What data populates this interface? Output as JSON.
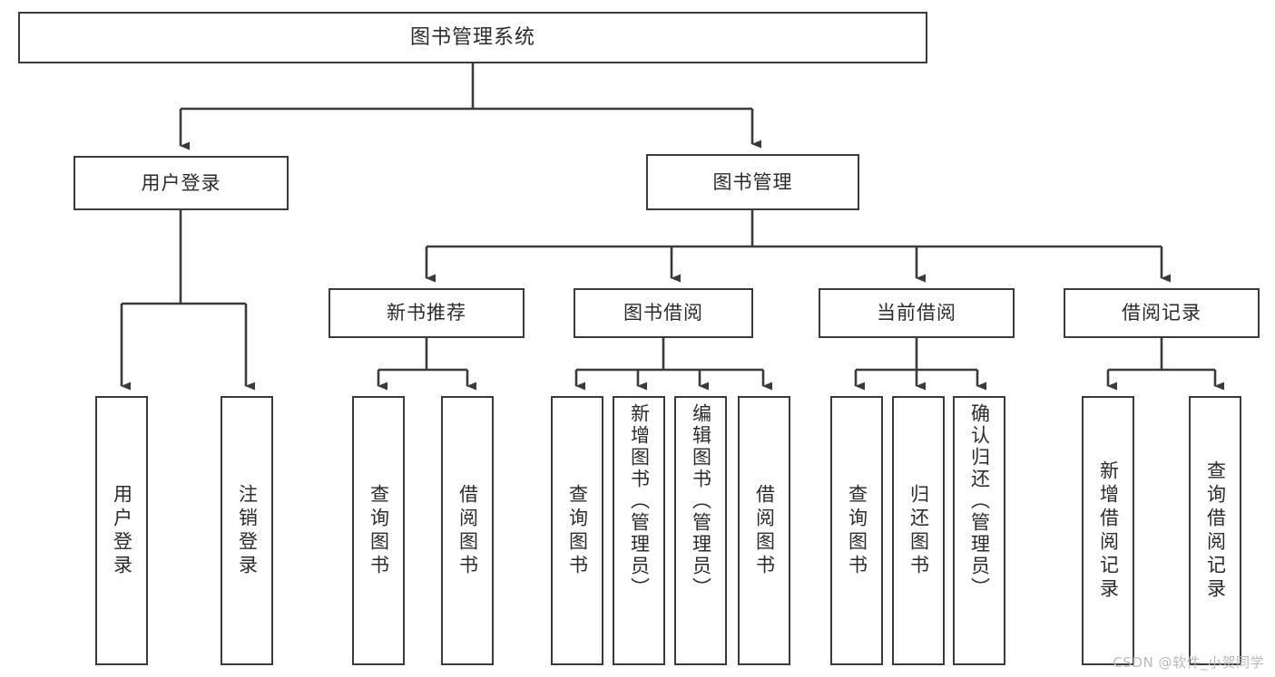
{
  "diagram": {
    "title": "图书管理系统",
    "type": "tree-hierarchy",
    "watermark": "CSDN @软件_小贺同学",
    "colors": {
      "background": "#ffffff",
      "box_border": "#3a3a3a",
      "box_fill": "#ffffff",
      "connector": "#3a3a3a",
      "text": "#2b2b2b",
      "watermark": "#b9b9b9"
    }
  },
  "nodes": {
    "root": {
      "label": "图书管理系统"
    },
    "level2": [
      {
        "label": "用户登录"
      },
      {
        "label": "图书管理"
      }
    ],
    "level3": [
      {
        "label": "新书推荐"
      },
      {
        "label": "图书借阅"
      },
      {
        "label": "当前借阅"
      },
      {
        "label": "借阅记录"
      }
    ],
    "level4": [
      {
        "label": "用户登录",
        "parent": "用户登录"
      },
      {
        "label": "注销登录",
        "parent": "用户登录"
      },
      {
        "label": "查询图书",
        "parent": "新书推荐"
      },
      {
        "label": "借阅图书",
        "parent": "新书推荐"
      },
      {
        "label": "查询图书",
        "parent": "图书借阅"
      },
      {
        "label": "新增图书（管理员）",
        "parent": "图书借阅"
      },
      {
        "label": "编辑图书（管理员）",
        "parent": "图书借阅"
      },
      {
        "label": "借阅图书",
        "parent": "图书借阅"
      },
      {
        "label": "查询图书",
        "parent": "当前借阅"
      },
      {
        "label": "归还图书",
        "parent": "当前借阅"
      },
      {
        "label": "确认归还（管理员）",
        "parent": "当前借阅"
      },
      {
        "label": "新增借阅记录",
        "parent": "借阅记录"
      },
      {
        "label": "查询借阅记录",
        "parent": "借阅记录"
      }
    ]
  }
}
